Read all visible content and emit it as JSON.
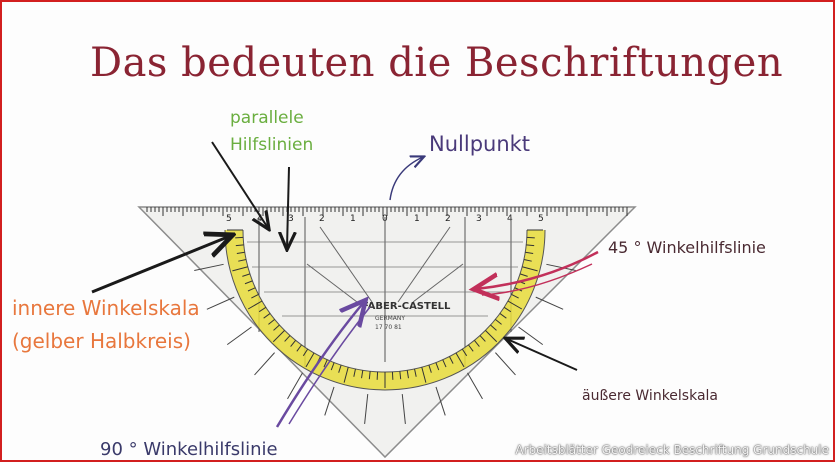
{
  "slide": {
    "title": "Das bedeuten die Beschriftungen",
    "labels": {
      "parallel_line1": "parallele",
      "parallel_line2": "Hilfslinien",
      "nullpunkt": "Nullpunkt",
      "winkel45": "45 ° Winkelhilfslinie",
      "innere_line1": "innere Winkelskala",
      "innere_line2": "(gelber Halbkreis)",
      "aeussere": "äußere Winkelskala",
      "winkel90": "90 ° Winkelhilfslinie"
    },
    "caption": "Arbeitsblätter Geodreieck Beschriftung Grundschule"
  },
  "ruler": {
    "brand": "FABER-CASTELL",
    "country": "GERMANY",
    "model": "17 70 81",
    "center_mark": "0",
    "side_marks": [
      "1",
      "2",
      "3",
      "4",
      "5"
    ]
  },
  "colors": {
    "title": "#8a2433",
    "green": "#6aae3f",
    "purple": "#4a3a7a",
    "orange": "#e8773d",
    "arrow_black": "#1a1a1a",
    "arrow_red": "#c2305a",
    "arrow_purple": "#6a4aa0",
    "scale_yellow": "#e7dc3a",
    "border": "#d21f1f"
  }
}
